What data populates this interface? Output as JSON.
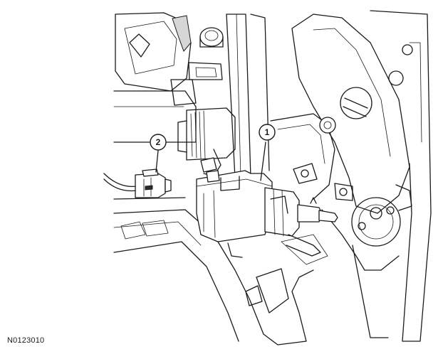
{
  "figure": {
    "reference_code": "N0123010",
    "callouts": [
      {
        "label": "1"
      },
      {
        "label": "2"
      }
    ]
  }
}
